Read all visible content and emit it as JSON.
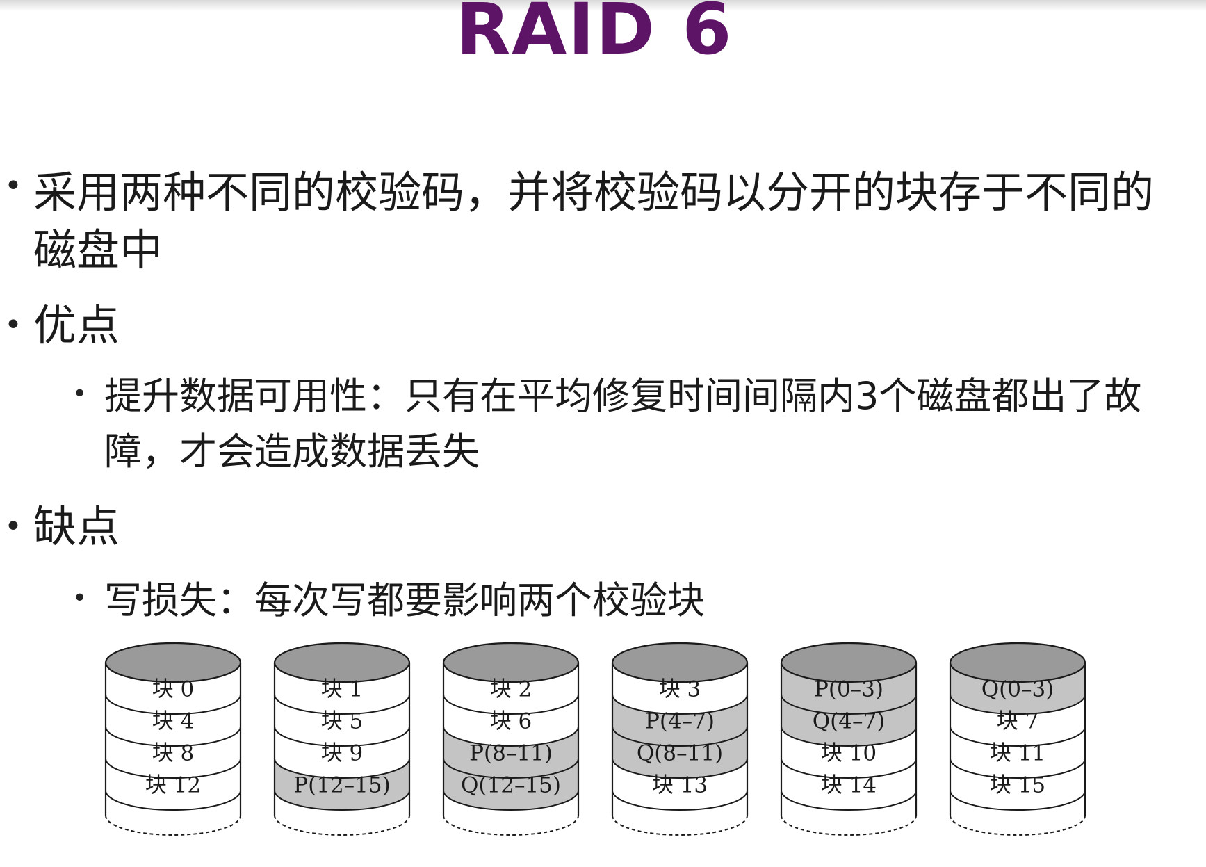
{
  "title": "RAID 6",
  "bullets": [
    {
      "text_line1": "采用两种不同的校验码，并将校验码以分开的块存于不同的",
      "text_line2": "磁盘中"
    },
    {
      "text": "优点",
      "sub": {
        "line1": "提升数据可用性：只有在平均修复时间间隔内3个磁盘都出了故",
        "line2": "障，才会造成数据丢失"
      }
    },
    {
      "text": "缺点",
      "sub": {
        "line1": "写损失：每次写都要影响两个校验块"
      }
    }
  ],
  "disks": [
    {
      "cells": [
        {
          "label": "块 0",
          "shaded": false
        },
        {
          "label": "块 4",
          "shaded": false
        },
        {
          "label": "块 8",
          "shaded": false
        },
        {
          "label": "块 12",
          "shaded": false
        }
      ]
    },
    {
      "cells": [
        {
          "label": "块 1",
          "shaded": false
        },
        {
          "label": "块 5",
          "shaded": false
        },
        {
          "label": "块 9",
          "shaded": false
        },
        {
          "label": "P(12–15)",
          "shaded": true
        }
      ]
    },
    {
      "cells": [
        {
          "label": "块 2",
          "shaded": false
        },
        {
          "label": "块 6",
          "shaded": false
        },
        {
          "label": "P(8–11)",
          "shaded": true
        },
        {
          "label": "Q(12–15)",
          "shaded": true
        }
      ]
    },
    {
      "cells": [
        {
          "label": "块 3",
          "shaded": false
        },
        {
          "label": "P(4–7)",
          "shaded": true
        },
        {
          "label": "Q(8–11)",
          "shaded": true
        },
        {
          "label": "块 13",
          "shaded": false
        }
      ]
    },
    {
      "cells": [
        {
          "label": "P(0–3)",
          "shaded": true
        },
        {
          "label": "Q(4–7)",
          "shaded": true
        },
        {
          "label": "块 10",
          "shaded": false
        },
        {
          "label": "块 14",
          "shaded": false
        }
      ]
    },
    {
      "cells": [
        {
          "label": "Q(0–3)",
          "shaded": true
        },
        {
          "label": "块 7",
          "shaded": false
        },
        {
          "label": "块 11",
          "shaded": false
        },
        {
          "label": "块 15",
          "shaded": false
        }
      ]
    }
  ],
  "colors": {
    "title": "#5e1466",
    "shaded_cell": "#c4c4c4",
    "disk_top": "#9a9a9a",
    "outline": "#1a1a1a"
  }
}
